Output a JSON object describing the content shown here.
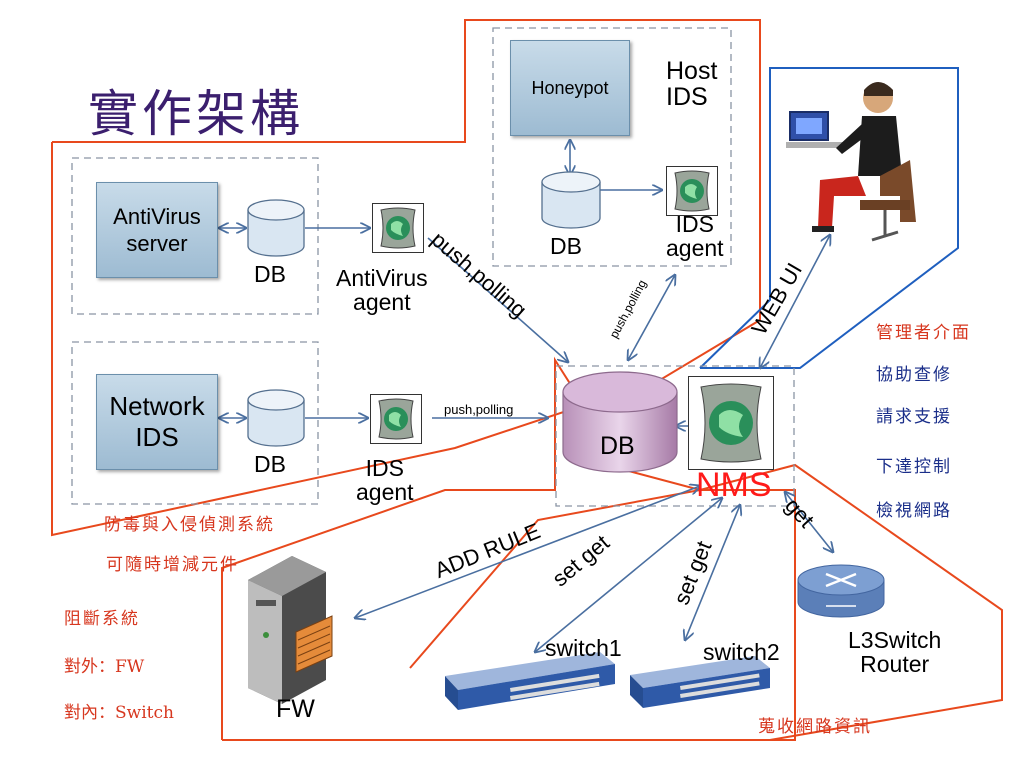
{
  "title": "實作架構",
  "colors": {
    "title": "#3b1f6e",
    "orange": "#e8491d",
    "blue": "#1f5fbf",
    "cjk_red": "#d7371f",
    "cjk_blue": "#1b2f8a",
    "nms_red": "#ff1a1a"
  },
  "nodes": {
    "antivirus_server": "AntiVirus\nserver",
    "db1": "DB",
    "antivirus_agent": "AntiVirus\nagent",
    "network_ids": "Network\nIDS",
    "db2": "DB",
    "ids_agent_left": "IDS\nagent",
    "honeypot": "Honeypot",
    "host_ids": "Host\nIDS",
    "db3": "DB",
    "ids_agent_top": "IDS\nagent",
    "nms_db": "DB",
    "nms": "NMS",
    "fw": "FW",
    "switch1": "switch1",
    "switch2": "switch2",
    "router": "L3Switch\nRouter"
  },
  "edge_labels": {
    "push_polling_diag": "push,polling",
    "push_polling_small": "push,polling",
    "push_polling_mid": "push,polling",
    "web_ui": "WEB UI",
    "add_rule": "ADD RULE",
    "set_get_1": "set  get",
    "set_get_2": "set  get",
    "get": "get"
  },
  "annotations": {
    "manager": [
      "管理者介面",
      "協助查修",
      "請求支援",
      "下達控制",
      "檢視網路"
    ],
    "antivirus_system": "防毒與入侵偵測系統",
    "scalable": "可隨時增減元件",
    "block": [
      "阻斷系統",
      "對外：FW",
      "對內：Switch"
    ],
    "collect": "蒐收網路資訊"
  },
  "icons": [
    "globe-agent-icon",
    "database-icon",
    "server-tower-icon",
    "network-switch-icon",
    "router-icon",
    "admin-user-icon"
  ]
}
